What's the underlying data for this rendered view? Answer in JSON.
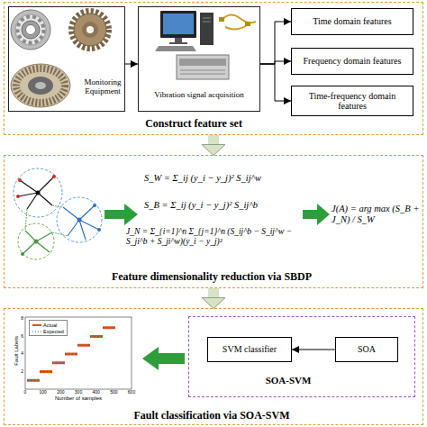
{
  "diagram": {
    "nodes": [
      {
        "text": [
          "Construct feature set"
        ]
      },
      {
        "text": [
          "Monitoring Equipment"
        ],
        "in": 0
      },
      {
        "text": [
          "Vibration signal acquisition"
        ],
        "in": 0
      },
      {
        "text": [
          "Time domain features"
        ],
        "in": 0
      },
      {
        "text": [
          "Frequency domain features"
        ],
        "in": 0
      },
      {
        "text": [
          "Time-frequency domain features"
        ],
        "in": 0
      },
      {
        "text": [
          "Feature dimensionality reduction via SBDP"
        ]
      },
      {
        "text": [
          "Fault classification via SOA-SVM"
        ]
      },
      {
        "text": [
          "SOA-SVM"
        ],
        "in": 7
      },
      {
        "text": [
          "SVM classifier"
        ],
        "in": 8
      },
      {
        "text": [
          "SOA"
        ],
        "in": 8
      }
    ],
    "edges": [
      {
        "from": 1,
        "to": 2,
        "arrow": "to"
      },
      {
        "from": 2,
        "to": 3,
        "arrow": "to"
      },
      {
        "from": 2,
        "to": 4,
        "arrow": "to"
      },
      {
        "from": 2,
        "to": 5,
        "arrow": "to"
      },
      {
        "from": 0,
        "to": 6,
        "arrow": "to"
      },
      {
        "from": 6,
        "to": 7,
        "arrow": "to"
      },
      {
        "from": 10,
        "to": 9,
        "arrow": "to"
      }
    ],
    "labels": [
      "S_W = Σ_ij (y_i − y_j)² S_ij^w",
      "S_B = Σ_ij (y_i − y_j)² S_ij^b",
      "J_N = Σ_{i=1}^n Σ_{j=1}^n (S_ij^b − S_ij^w − S_ji^b + S_ji^w)(y_i − y_j)²",
      "J(A) = arg max (S_B + J_N) / S_W",
      "Fault Labels",
      "Number of samples",
      "0",
      "100",
      "200",
      "300",
      "400",
      "500",
      "600",
      "2",
      "4",
      "6",
      "8"
    ],
    "legend": [
      {
        "text": "Actual"
      },
      {
        "text": "Expected"
      }
    ]
  }
}
